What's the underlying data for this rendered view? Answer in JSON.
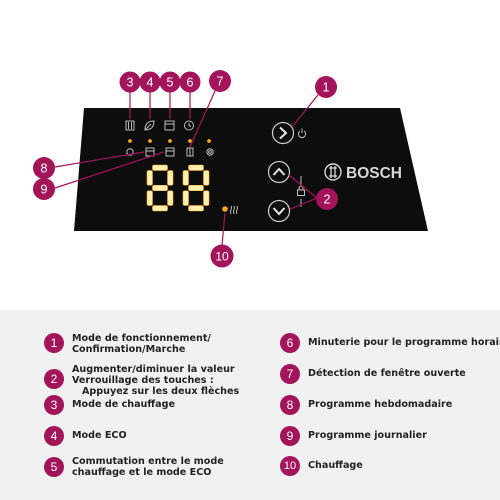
{
  "brand": {
    "text": "BOSCH",
    "color": "#d8d8d8"
  },
  "colors": {
    "accent": "#a3145b",
    "panel": "#0d0d0d",
    "led": "#f5a623",
    "icon": "#bdbdbd",
    "legend_bg": "#f1f1f1"
  },
  "display": {
    "digits": "88"
  },
  "callouts": [
    "1",
    "2",
    "3",
    "4",
    "5",
    "6",
    "7",
    "8",
    "9",
    "10"
  ],
  "panel_icons": {
    "row1": [
      "heating-mode-icon",
      "eco-leaf-icon",
      "mode-switch-icon",
      "timer-clock-icon"
    ],
    "row2": [
      "timer-icon",
      "weekly-calendar-icon",
      "daily-calendar-icon",
      "window-icon",
      "sun-icon"
    ],
    "buttons": [
      "right-chevron-button",
      "up-chevron-button",
      "down-chevron-button"
    ],
    "side": [
      "power-icon",
      "lock-icon",
      "heating-waves-icon"
    ]
  },
  "legend": [
    {
      "num": "1",
      "lines": [
        "Mode de fonctionnement/",
        "Confirmation/Marche"
      ]
    },
    {
      "num": "2",
      "lines": [
        "Augmenter/diminuer la valeur",
        "Verrouillage des touches :",
        "Appuyez sur les deux flèches"
      ]
    },
    {
      "num": "3",
      "lines": [
        "Mode de chauffage"
      ]
    },
    {
      "num": "4",
      "lines": [
        "Mode ECO"
      ]
    },
    {
      "num": "5",
      "lines": [
        "Commutation entre le mode",
        "chauffage et le mode ECO"
      ]
    },
    {
      "num": "6",
      "lines": [
        "Minuterie pour le programme horaire"
      ]
    },
    {
      "num": "7",
      "lines": [
        "Détection de fenêtre ouverte"
      ]
    },
    {
      "num": "8",
      "lines": [
        "Programme hebdomadaire"
      ]
    },
    {
      "num": "9",
      "lines": [
        "Programme journalier"
      ]
    },
    {
      "num": "10",
      "lines": [
        "Chauffage"
      ]
    }
  ]
}
